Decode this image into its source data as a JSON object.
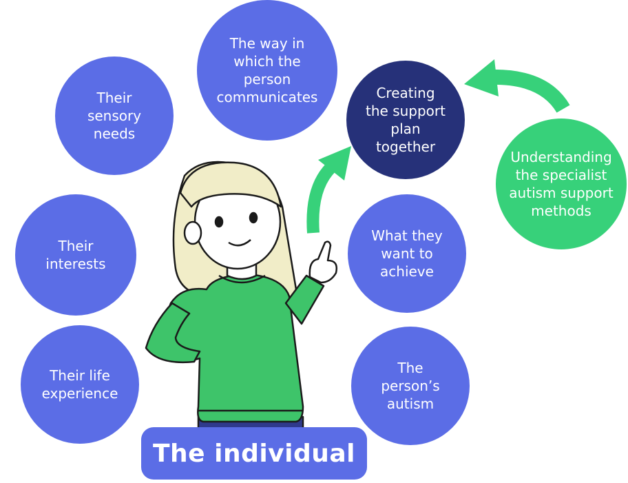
{
  "colors": {
    "circle_blue": "#5b6de6",
    "circle_navy": "#263179",
    "circle_green": "#37d17a",
    "sweater_green": "#3ec46a",
    "hair": "#f1edc8",
    "jeans": "#2f3a8c"
  },
  "circles": {
    "communicates": "The way in\nwhich the\nperson\ncommunicates",
    "sensory": "Their\nsensory\nneeds",
    "interests": "Their\ninterests",
    "life": "Their life\nexperience",
    "support_plan": "Creating\nthe support\nplan\ntogether",
    "achieve": "What they\nwant to\nachieve",
    "autism": "The\nperson’s\nautism",
    "methods": "Understanding\nthe specialist\nautism support\nmethods"
  },
  "label": "The individual"
}
